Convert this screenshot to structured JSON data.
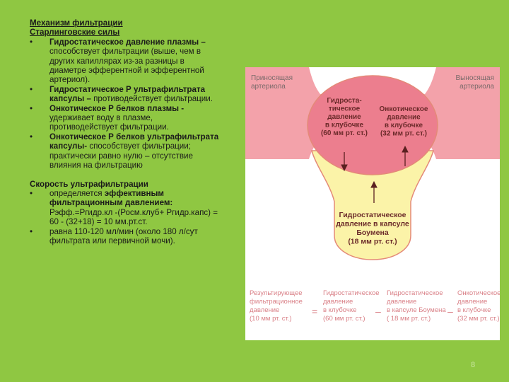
{
  "text": {
    "title": "Механизм фильтрации",
    "subtitle": "Старлинговские силы",
    "bullets_1": [
      {
        "lines": [
          {
            "text": "Гидростатическое давление плазмы –",
            "bold": true
          },
          {
            "text": "способствует фильтрации (выше, чем в",
            "bold": false
          },
          {
            "text": "других капиллярах из-за разницы в",
            "bold": false
          },
          {
            "text": "диаметре эфферентной и эфферентной",
            "bold": false
          },
          {
            "text": "артериол).",
            "bold": false
          }
        ]
      },
      {
        "lines": [
          {
            "text": "Гидростатическое Р ультрафильтрата",
            "bold": true
          },
          {
            "text": "капсулы – ",
            "bold": true,
            "tail": "противодействует фильтрации."
          }
        ]
      },
      {
        "lines": [
          {
            "text": "Онкотическое Р белков плазмы - ",
            "bold": true
          },
          {
            "text": "удерживает воду в плазме,",
            "bold": false
          },
          {
            "text": "противодействует фильтрации.",
            "bold": false
          }
        ]
      },
      {
        "lines": [
          {
            "text": "Онкотическое Р белков ультрафильтрата",
            "bold": true
          },
          {
            "text": "капсулы- ",
            "bold": true,
            "tail": "способствует фильтрации;"
          },
          {
            "text": "практически равно нулю – отсутствие",
            "bold": false
          },
          {
            "text": "влияния на фильтрацию",
            "bold": false
          }
        ]
      }
    ],
    "section2_title": "Скорость ультрафильтрации",
    "bullets_2": [
      {
        "lines": [
          {
            "text": "определяется ",
            "bold": false,
            "tail_bold": "эффективным"
          },
          {
            "text": "фильтрационным давлением:",
            "bold": true
          },
          {
            "text": "Рэфф.=Ргидр.кл -(Росм.клуб+ Ргидр.капс) =",
            "bold": false
          },
          {
            "text": "60 - (32+18) = 10 мм.рт.ст.",
            "bold": false
          }
        ]
      },
      {
        "lines": [
          {
            "text": "равна 110-120 мл/мин (около 180 л/сут",
            "bold": false
          },
          {
            "text": "фильтрата или первичной мочи).",
            "bold": false
          }
        ]
      }
    ],
    "bullet_char": "•"
  },
  "figure": {
    "afferent": [
      "Приносящая",
      "артериола"
    ],
    "efferent": [
      "Выносящая",
      "артериола"
    ],
    "glom_hydro": [
      "Гидроста-",
      "тическое",
      "давление",
      "в клубочке",
      "(60 мм рт. ст.)"
    ],
    "glom_onc": [
      "Онкотическое",
      "давление",
      "в клубочке",
      "(32 мм рт. ст.)"
    ],
    "capsule": [
      "Гидростатическое",
      "давление в капсуле",
      "Боумена",
      "(18 мм рт. ст.)"
    ],
    "formula": {
      "result": [
        "Результирующее",
        "фильтрационное",
        "давление",
        "(10 мм рт. ст.)"
      ],
      "eq": "=",
      "term1": [
        "Гидростатическое",
        "давление",
        "в клубочке",
        "(60 мм рт. ст.)"
      ],
      "minus1": "–",
      "term2": [
        "Гидростатическое",
        "давление",
        "в капсуле Боумена",
        "( 18 мм рт. ст.)"
      ],
      "minus2": "–",
      "term3": [
        "Онкотическое",
        "давление",
        "в клубочке",
        "(32 мм рт. ст.)"
      ]
    },
    "colors": {
      "vessel": "#f3a2aa",
      "glomerulus": "#ec7e8e",
      "capsule": "#fbf3a8",
      "outline": "#e48a78",
      "text": "#6b2a2a",
      "formula_text": "#d97f86"
    }
  },
  "page_number": "8"
}
